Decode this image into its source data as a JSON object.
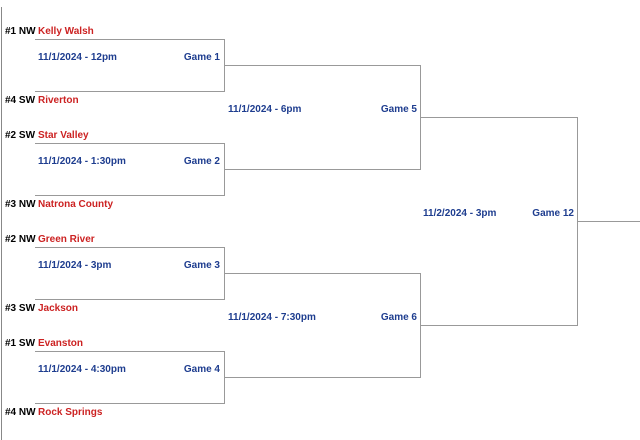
{
  "colors": {
    "team": "#cc2222",
    "schedule": "#1e3d8f",
    "seed": "#000000",
    "line": "#999999"
  },
  "bracket": {
    "round1": [
      {
        "game_label": "Game 1",
        "datetime": "11/1/2024 - 12pm",
        "top": {
          "seed": "#1 NW",
          "team": "Kelly Walsh"
        },
        "bottom": {
          "seed": "#4 SW",
          "team": "Riverton"
        }
      },
      {
        "game_label": "Game 2",
        "datetime": "11/1/2024 - 1:30pm",
        "top": {
          "seed": "#2 SW",
          "team": "Star Valley"
        },
        "bottom": {
          "seed": "#3 NW",
          "team": "Natrona County"
        }
      },
      {
        "game_label": "Game 3",
        "datetime": "11/1/2024 - 3pm",
        "top": {
          "seed": "#2 NW",
          "team": "Green River"
        },
        "bottom": {
          "seed": "#3 SW",
          "team": "Jackson"
        }
      },
      {
        "game_label": "Game 4",
        "datetime": "11/1/2024 - 4:30pm",
        "top": {
          "seed": "#1 SW",
          "team": "Evanston"
        },
        "bottom": {
          "seed": "#4 NW",
          "team": "Rock Springs"
        }
      }
    ],
    "round2": [
      {
        "game_label": "Game 5",
        "datetime": "11/1/2024 - 6pm"
      },
      {
        "game_label": "Game 6",
        "datetime": "11/1/2024 - 7:30pm"
      }
    ],
    "final": {
      "game_label": "Game 12",
      "datetime": "11/2/2024 - 3pm"
    }
  }
}
